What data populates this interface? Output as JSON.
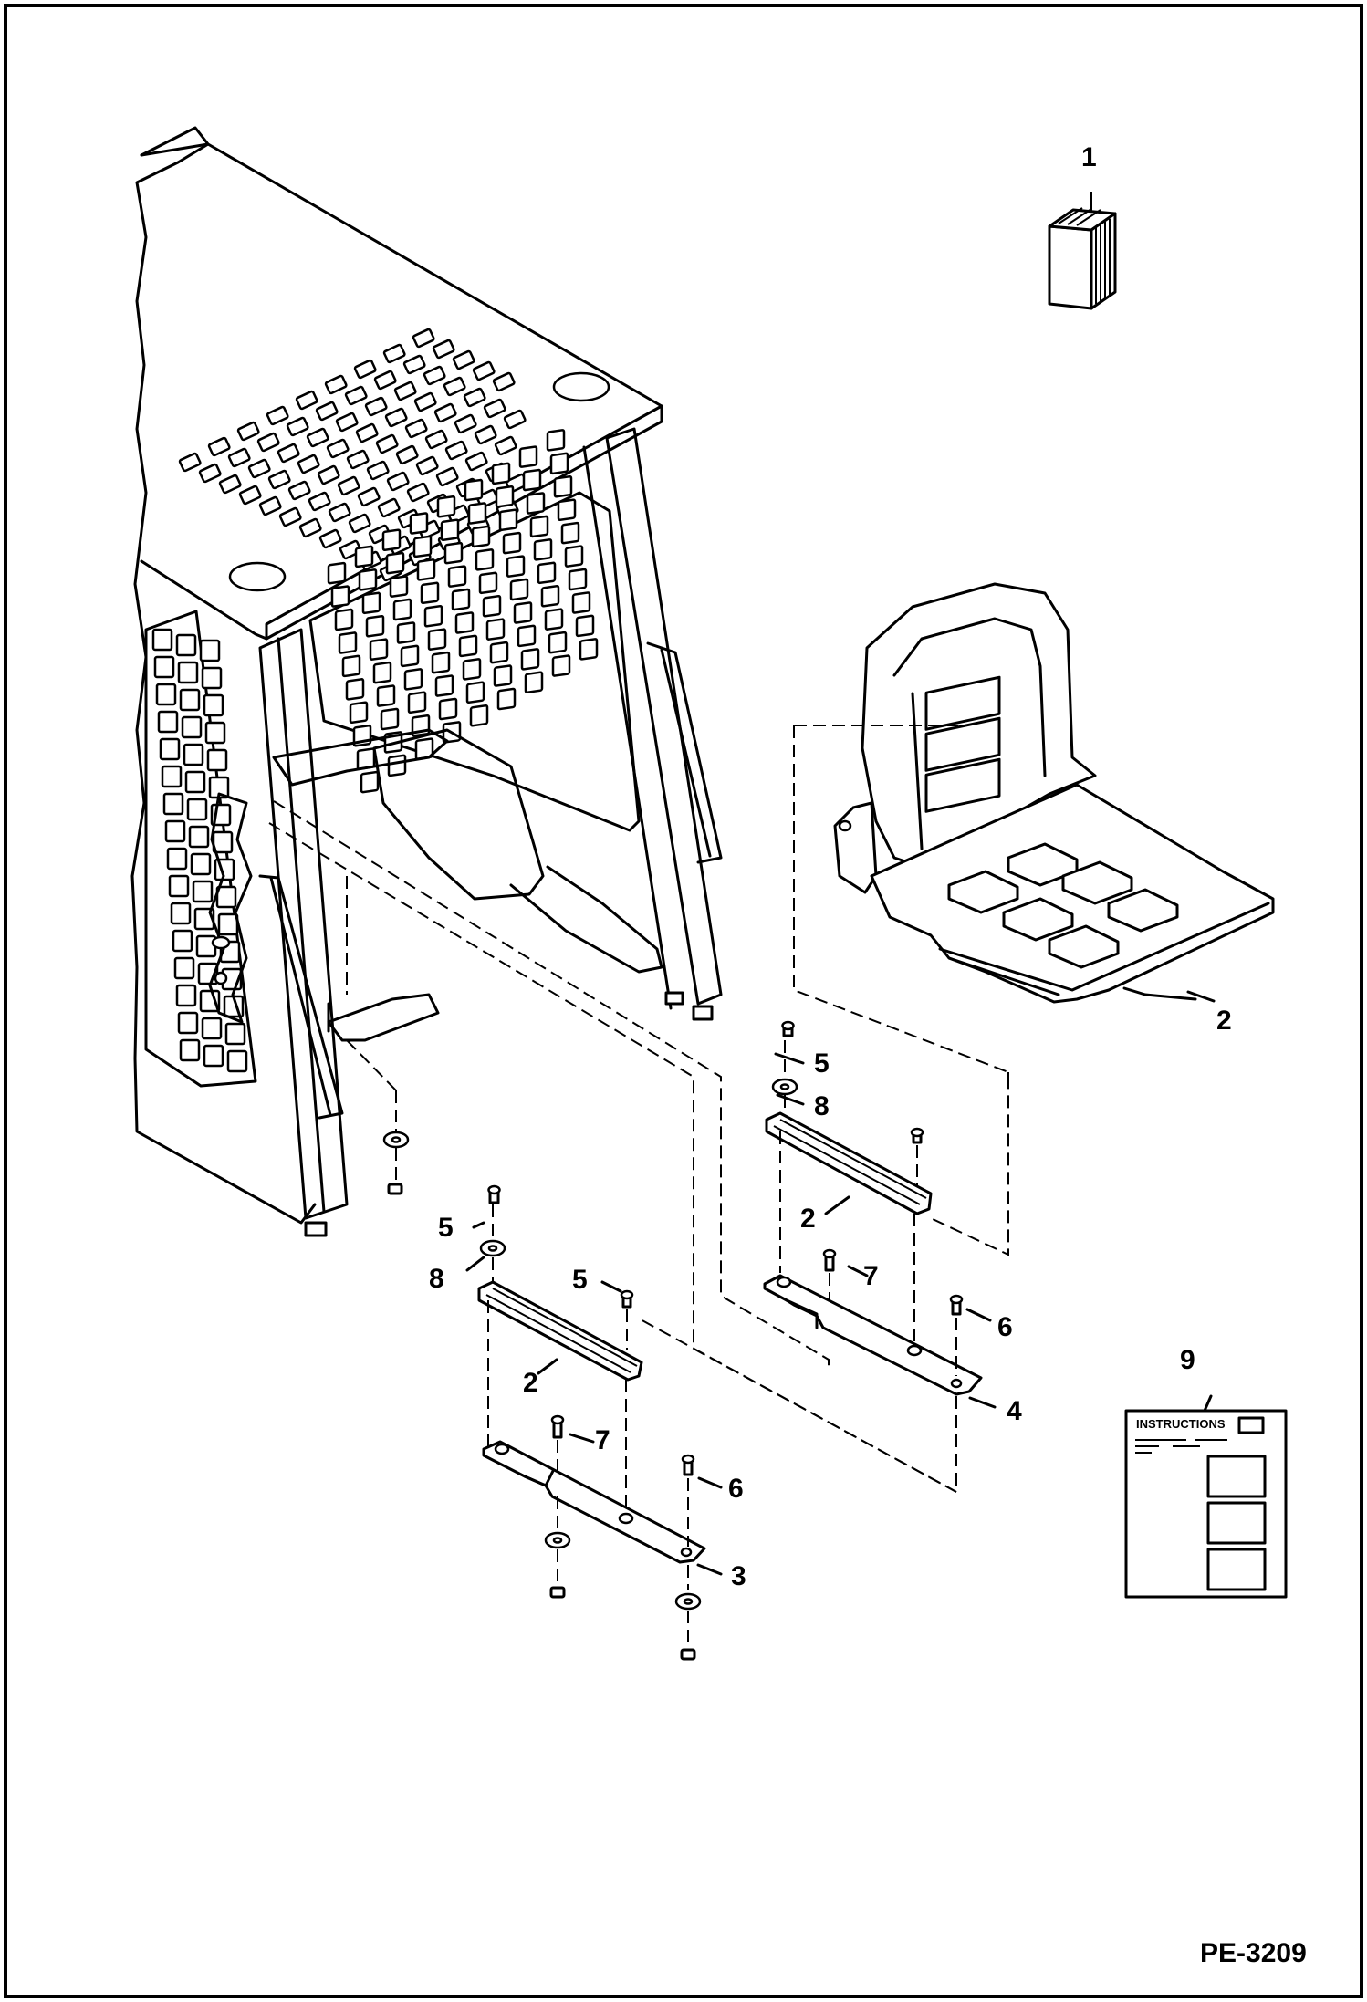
{
  "figure_id": "PE-3209",
  "callouts": {
    "c1": "1",
    "c2_seat": "2",
    "c2_rail_right": "2",
    "c2_rail_left": "2",
    "c3": "3",
    "c4": "4",
    "c5_right": "5",
    "c5_left_a": "5",
    "c5_left_b": "5",
    "c6_right": "6",
    "c6_left": "6",
    "c7_right": "7",
    "c7_left": "7",
    "c8_right": "8",
    "c8_left": "8",
    "c9": "9"
  },
  "instructions_heading": "INSTRUCTIONS"
}
